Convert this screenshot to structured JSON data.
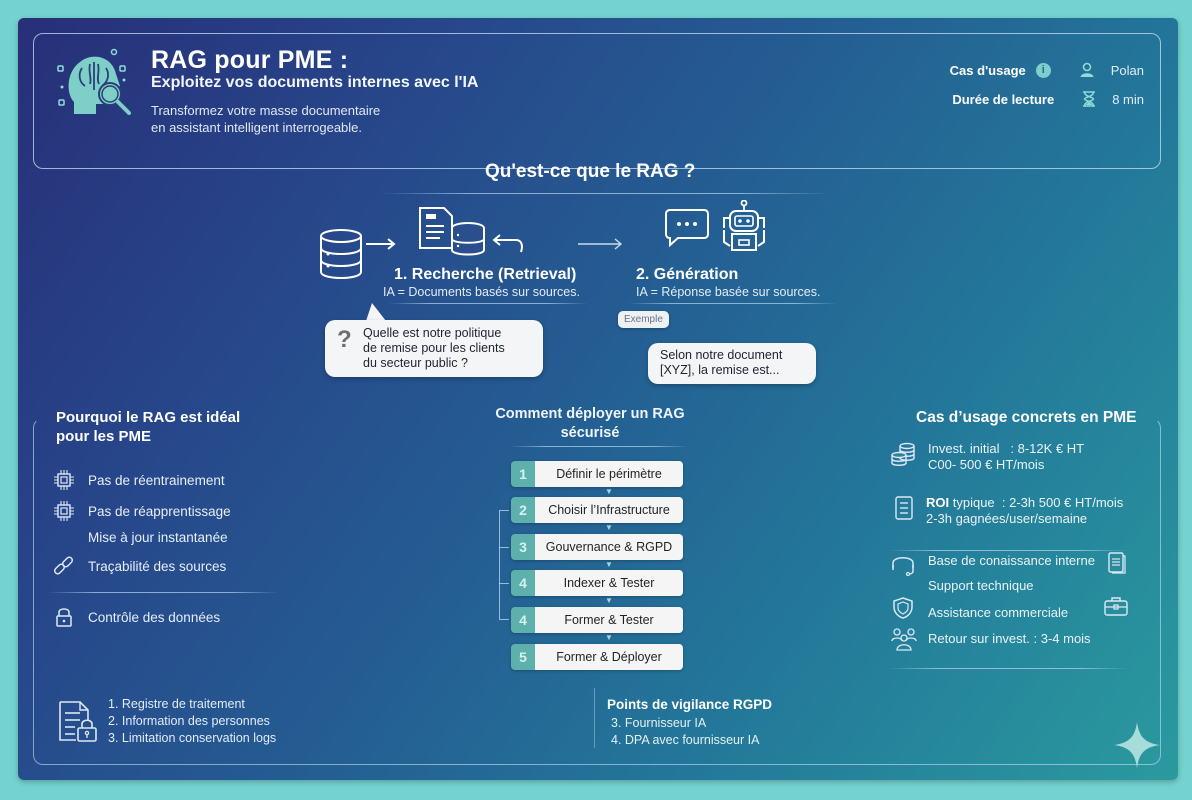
{
  "header": {
    "title": "RAG pour PME :",
    "subtitle": "Exploitez vos documents internes avec l'IA",
    "tagline_line1": "Transformez votre masse documentaire",
    "tagline_line2": "en assistant intelligent interrogeable.",
    "meta": {
      "use_case_label": "Cas d'usage",
      "author": "Polan",
      "reading_label": "Durée de lecture",
      "reading_time": "8 min"
    },
    "icons": {
      "logo": "brain-search-icon",
      "info": "info-icon",
      "user": "user-icon",
      "time": "hourglass-icon"
    }
  },
  "what_is": {
    "title": "Qu'est-ce que le RAG ?",
    "step1": {
      "title": "1. Recherche (Retrieval)",
      "desc": "IA = Documents basés sur sources."
    },
    "step2": {
      "title": "2. Génération",
      "desc": "IA = Réponse basée sur sources."
    },
    "question_mark": "?",
    "question": "Quelle est notre politique de remise pour les clients du secteur public ?",
    "question_lines": [
      "Quelle est notre politique",
      "de remise pour les clients",
      "du secteur public ?"
    ],
    "example_tag": "Exemple",
    "answer_lines": [
      "Selon notre document",
      "[XYZ], la remise est..."
    ],
    "icons": [
      "database-icon",
      "documents-icon",
      "return-arrow-icon",
      "chat-bubble-icon",
      "robot-icon"
    ]
  },
  "why": {
    "title_line1": "Pourquoi le RAG est idéal",
    "title_line2": "pour les PME",
    "items": [
      {
        "label": "Pas de réentrainement",
        "icon": "chip-icon"
      },
      {
        "label": "Pas de réapprentissage",
        "icon": "chip-icon"
      },
      {
        "label": "Mise à jour instantanée",
        "icon": ""
      },
      {
        "label": "Traçabilité des sources",
        "icon": "link-icon"
      },
      {
        "label": "Contrôle des données",
        "icon": "lock-icon"
      }
    ]
  },
  "deploy": {
    "title_line1": "Comment déployer un RAG",
    "title_line2": "sécurisé",
    "steps": [
      {
        "num": "1",
        "label": "Définir le périmètre"
      },
      {
        "num": "2",
        "label": "Choisir l’Infrastructure"
      },
      {
        "num": "3",
        "label": "Gouvernance & RGPD"
      },
      {
        "num": "4",
        "label": "Indexer & Tester"
      },
      {
        "num": "4",
        "label": "Former & Tester"
      },
      {
        "num": "5",
        "label": "Former & Déployer"
      }
    ]
  },
  "use_cases": {
    "title": "Cas d’usage concrets en PME",
    "invest_line1": "Invest. initial   : 8-12K € HT",
    "invest_line2": "C00- 500 € HT/mois",
    "roi_bold": "ROI",
    "roi_rest": " typique  : 2-3h 500 € HT/mois",
    "roi_line2": "2-3h gagnées/user/semaine",
    "items": [
      {
        "label": "Base de conaissance interne",
        "icon": "headset-icon"
      },
      {
        "label": "Support technique",
        "icon": ""
      },
      {
        "label": "Assistance commerciale",
        "icon": "shield-icon"
      },
      {
        "label": "Retour sur invest. : 3-4 mois",
        "icon": "team-icon"
      }
    ],
    "side_icons": [
      "document-icon",
      "briefcase-icon"
    ]
  },
  "rgpd": {
    "list": [
      "1. Registre de traitement",
      "2. Information des personnes",
      "3. Limitation conservation logs"
    ],
    "vigilance_title": "Points de vigilance RGPD",
    "vigilance_items": [
      "3. Fournisseur IA",
      "4. DPA avec fournisseur IA"
    ]
  },
  "colors": {
    "page_bg": "#74d3d0",
    "card_gradient_start": "#272f78",
    "card_gradient_end": "#2a9a9e",
    "accent_teal": "#7ccfca",
    "step_number_bg": "#5eb0ad"
  }
}
